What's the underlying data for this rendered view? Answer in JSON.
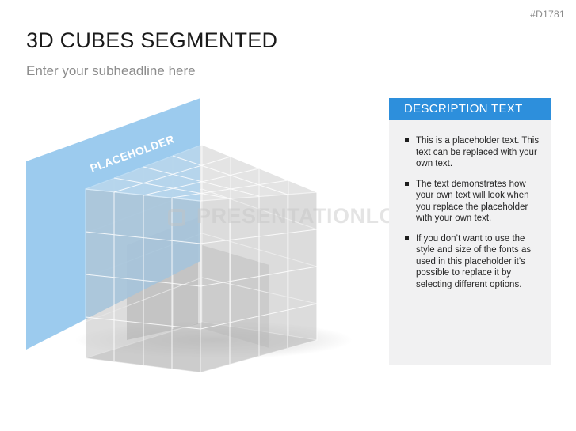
{
  "slide_id": "#D1781",
  "title": "3D CUBES SEGMENTED",
  "subtitle": "Enter your subheadline here",
  "plane_label": "PLACEHOLDER",
  "watermark": "PRESENTATIONLOAD",
  "description": {
    "heading": "DESCRIPTION TEXT",
    "bullets": [
      "This is a placeholder text. This text can be replaced with your own text.",
      "The text demonstrates how your own text will look when you replace the placeholder with your own text.",
      "If you don’t want to use the style and size of the fonts as used in this placeholder it’s possible to replace it by selecting different options."
    ]
  },
  "colors": {
    "accent": "#2d8fdc",
    "plane": "#8ec4ec",
    "panel_bg": "#f1f1f2"
  },
  "icons": [
    "square-bullet-icon",
    "watermark-logo-icon"
  ]
}
